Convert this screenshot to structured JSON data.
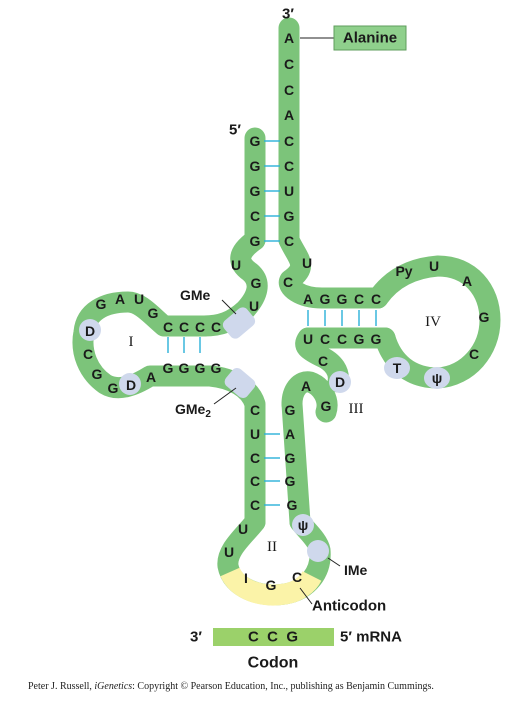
{
  "labels": {
    "three_prime_top": "3′",
    "five_prime_top": "5′",
    "amino_acid": "Alanine",
    "gme": "GMe",
    "gme2_base": "GMe",
    "gme2_sub": "2",
    "arm_I": "I",
    "arm_II": "II",
    "arm_III": "III",
    "arm_IV": "IV",
    "ime": "IMe",
    "anticodon": "Anticodon",
    "mrna_3prime": "3′",
    "mrna_5prime": "5′ mRNA",
    "codon_bases": "C  C  G",
    "codon": "Codon"
  },
  "bases": {
    "acceptor_3prime": [
      "A",
      "C",
      "C",
      "A",
      "C",
      "C",
      "U",
      "G",
      "C"
    ],
    "acceptor_5prime": [
      "G",
      "G",
      "G",
      "C",
      "G"
    ],
    "junction": [
      "U",
      "G",
      "U",
      "C",
      "U"
    ],
    "d_arm": [
      "G",
      "A",
      "U",
      "G",
      "C",
      "C",
      "C",
      "C",
      "D",
      "C",
      "G",
      "G",
      "D",
      "A",
      "G",
      "G",
      "G",
      "G"
    ],
    "anticodon_stem_left": [
      "C",
      "U",
      "C",
      "C",
      "C",
      "U",
      "U"
    ],
    "anticodon_stem_right": [
      "G",
      "A",
      "G",
      "G",
      "G"
    ],
    "psi": "ψ",
    "anticodon": [
      "I",
      "G",
      "C"
    ],
    "variable": [
      "C",
      "D",
      "A",
      "G"
    ],
    "t_arm_stem_top": [
      "A",
      "G",
      "G",
      "C",
      "C"
    ],
    "t_arm_stem_bottom": [
      "U",
      "C",
      "C",
      "G",
      "G"
    ],
    "t_loop": [
      "Py",
      "U",
      "A",
      "G",
      "C",
      "ψ",
      "T"
    ]
  },
  "colors": {
    "ribbon": "#7cc47a",
    "modified": "#cfd8ec",
    "anticodon_highlight": "#fbf3a8",
    "bond": "#2ab0d8",
    "label_box": "#8fd08c"
  },
  "credit": {
    "before": "Peter J. Russell, ",
    "italic": "iGenetics",
    "after": ": Copyright © Pearson Education, Inc., publishing as Benjamin Cummings."
  }
}
